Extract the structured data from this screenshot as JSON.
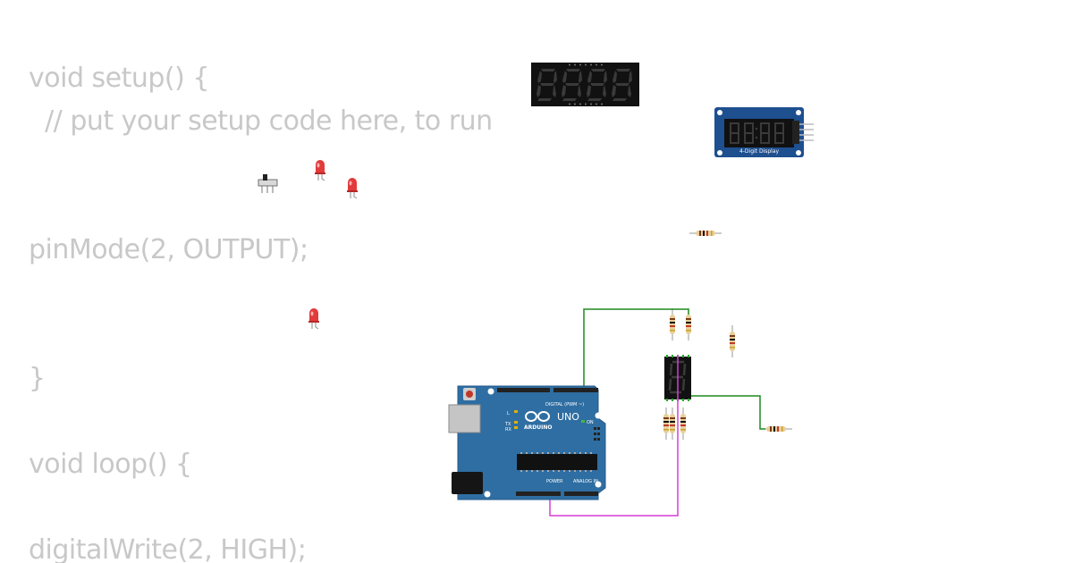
{
  "code": {
    "lines": [
      "void setup() {",
      "  // put your setup code here, to run",
      "pinMode(2, OUTPUT);",
      "}",
      "void loop() {",
      "digitalWrite(2, HIGH);"
    ]
  },
  "board": {
    "name": "UNO",
    "brand": "ARDUINO",
    "digital_label": "DIGITAL (PWM ~)",
    "power_label": "POWER",
    "analog_label": "ANALOG IN",
    "on_label": "ON",
    "tx_label": "TX",
    "rx_label": "RX",
    "l_label": "L",
    "color": "#2f6ea2"
  },
  "tm1637": {
    "label": "4-Digit Display",
    "color": "#1e4f8f"
  },
  "colors": {
    "wire_green": "#1e8a1e",
    "wire_magenta": "#d63fd6",
    "led_red": "#e23b3b",
    "segment_off": "#3a3a3a"
  }
}
